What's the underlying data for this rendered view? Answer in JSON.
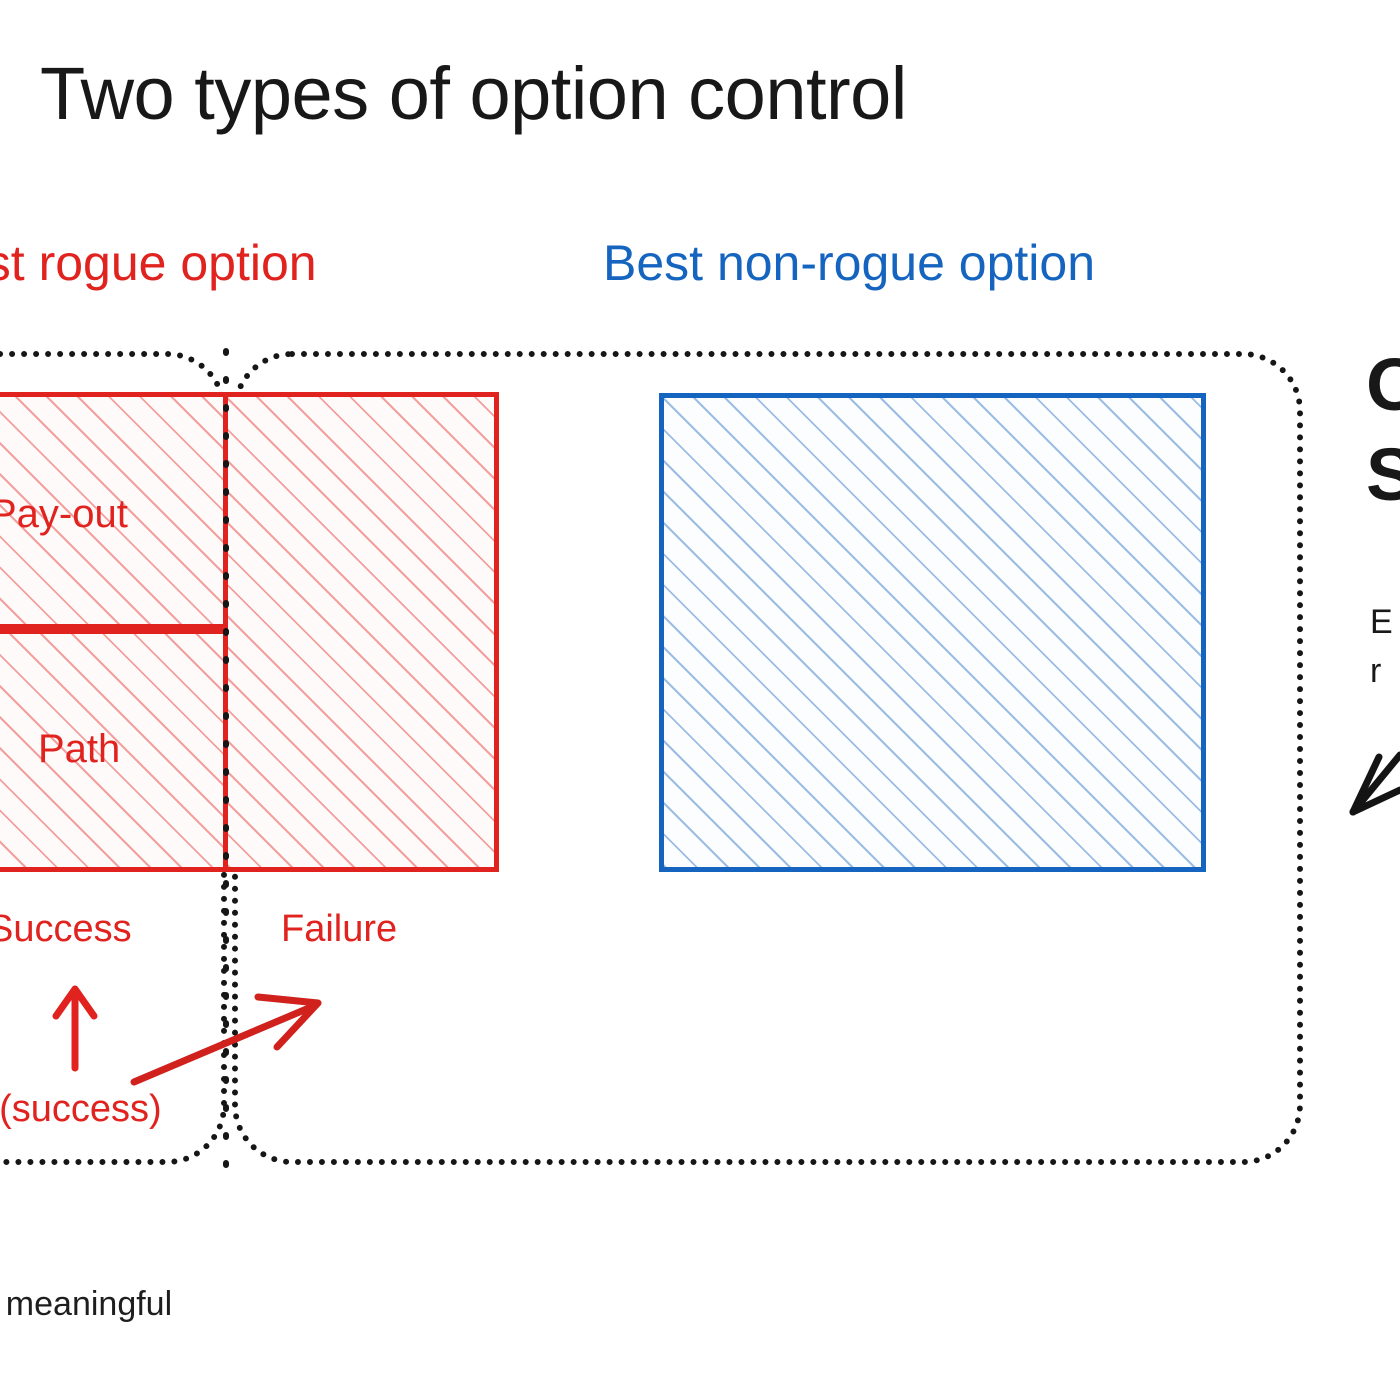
{
  "slide": {
    "title": "Two types of option control",
    "background_color": "#ffffff",
    "footnote": "ot meaningful"
  },
  "colors": {
    "rogue_red": "#e0231f",
    "nonrogue_blue": "#1565c0",
    "text_black": "#181818",
    "dotted_border": "#161616"
  },
  "columns": {
    "rogue": {
      "heading": "est rogue option",
      "heading_color": "#e0231f",
      "boxes": [
        {
          "label": "Pay-out",
          "region": "success-top"
        },
        {
          "label": "Path",
          "region": "success-bottom"
        },
        {
          "label": "",
          "region": "failure"
        }
      ],
      "axis_labels": {
        "success": "Success",
        "failure": "Failure",
        "probability": "o(success)"
      }
    },
    "nonrogue": {
      "heading": "Best non-rogue option",
      "heading_color": "#1565c0",
      "boxes": [
        {
          "label": "",
          "region": "single"
        }
      ]
    }
  },
  "right_panel": {
    "heading_lines": "O\nS",
    "body_lines": "E\nr",
    "arrow": "arrow-down-left"
  },
  "arrows": {
    "success_up": "arrow-up",
    "failure_diagonal": "arrow-up-right"
  }
}
